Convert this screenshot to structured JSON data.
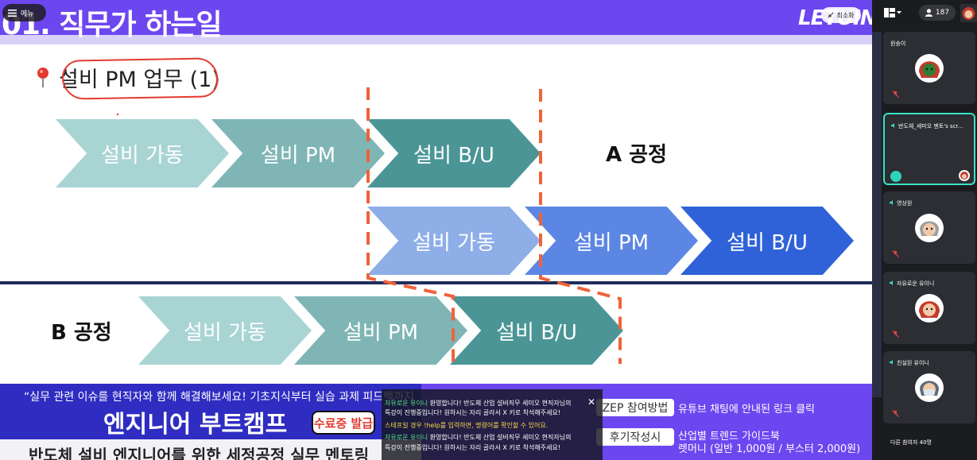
{
  "menu": {
    "label": "메뉴"
  },
  "minimize": {
    "label": "최소화"
  },
  "participants": {
    "count": "187"
  },
  "slide": {
    "title": "01. 직무가 하는일",
    "brand": "LETUIN",
    "subtitle": "설비 PM 업무 (1)",
    "row_a": [
      "설비 가동",
      "설비 PM",
      "설비 B/U"
    ],
    "row_a_label": "A 공정",
    "row_a2": [
      "설비 가동",
      "설비 PM",
      "설비 B/U"
    ],
    "row_b": [
      "설비 가동",
      "설비 PM",
      "설비 B/U"
    ],
    "row_b_label": "B 공정",
    "colors": {
      "header": "#6c47f0",
      "chevron_light": "#a9d4d4",
      "chevron_mid": "#7fb5b5",
      "chevron_dark": "#4b9596",
      "chevron_blue_light": "#8eaee8",
      "chevron_blue_mid": "#5c86e3",
      "chevron_blue_dark": "#2f62d8",
      "annotation": "#f0623a"
    }
  },
  "banner": {
    "quote": "“실무 관련 이슈를 현직자와 함께 해결해보세요! 기초지식부터 실습 과제 피드백까지",
    "title": "엔지니어 부트캠프",
    "badge": "수료증 발급",
    "lower": "반도체 설비 엔지니어를 위한 세정공정 실무 멘토링",
    "btn1": "ZEP 참여방법",
    "text1": "유튜브 채팅에 안내된 링크 클릭",
    "btn2": "후기작성시",
    "text2a": "산업별 트렌드 가이드북",
    "text2b": "렛머니 (일반 1,000원 / 부스터 2,000원)"
  },
  "chat": {
    "lines": [
      {
        "name": "자유로운 유이니",
        "text": "환영합니다! 반도체 산업 설비직무 세미오 현직자님의"
      },
      {
        "name": "",
        "text": "특강이 진행중입니다! 원하시는 자리 골라서 X 키로 착석해주세요!"
      },
      {
        "name": "",
        "text": "스테프일 경우 !help를 입력하면, 명령어를 확인할 수 있어요."
      },
      {
        "name": "자유로운 유이니",
        "text": "환영합니다! 반도체 산업 설비직무 세미오 현직자님의"
      },
      {
        "name": "",
        "text": "특강이 진행중입니다! 원하시는 자리 골라서 X 키로 착석해주세요!"
      }
    ]
  },
  "tiles": [
    {
      "name": "윈숭이",
      "avatar": "red-hair-avatar",
      "muted": true
    },
    {
      "name": "반도체_세미오 멘토's scr...",
      "avatar": "screen-share",
      "speaking": true
    },
    {
      "name": "영상원",
      "avatar": "gray-hair-avatar",
      "muted": true
    },
    {
      "name": "자유로운 유이니",
      "avatar": "red-hair-avatar",
      "muted": true
    },
    {
      "name": "친실된 유이니",
      "avatar": "masked-avatar",
      "muted": true
    }
  ],
  "others": {
    "label": "다른 참여자 40명"
  }
}
